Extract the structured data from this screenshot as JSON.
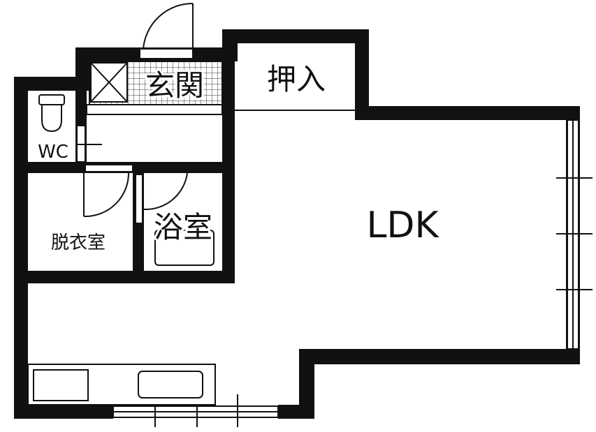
{
  "floor_plan": {
    "rooms": {
      "entrance": "玄関",
      "closet": "押入",
      "toilet": "WC",
      "dressing": "脱衣室",
      "bath": "浴室",
      "ldk": "LDK"
    },
    "colors": {
      "wall": "#111111",
      "fixture": "#222222",
      "background": "#ffffff"
    }
  }
}
